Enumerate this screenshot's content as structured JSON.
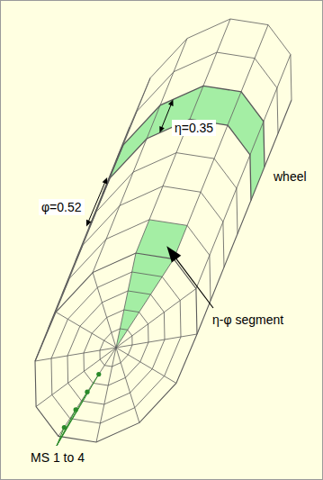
{
  "diagram": {
    "labels": [
      "η=0.35",
      "φ=0.52",
      "wheel",
      "η-φ segment",
      "MS 1 to 4"
    ]
  }
}
